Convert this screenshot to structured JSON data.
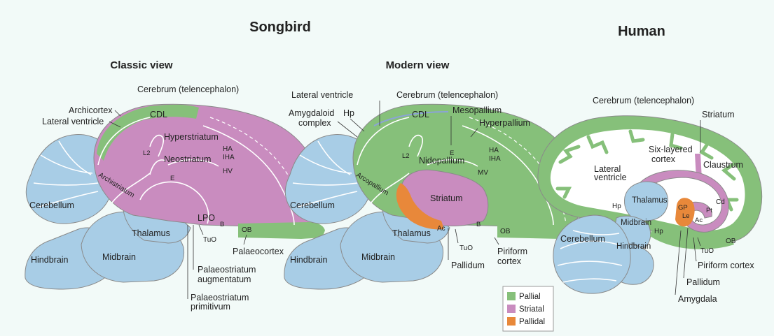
{
  "titles": {
    "songbird": "Songbird",
    "human": "Human",
    "classic_view": "Classic view",
    "modern_view": "Modern view"
  },
  "colors": {
    "background": "#f2faf8",
    "pallial": "#86c07a",
    "striatal": "#c98cbf",
    "pallidal": "#e8883a",
    "other": "#a8cde6"
  },
  "legend": [
    {
      "label": "Pallial"
    },
    {
      "label": "Striatal"
    },
    {
      "label": "Pallidal"
    }
  ],
  "classic": {
    "cerebrum": "Cerebrum (telencephalon)",
    "archicortex": "Archicortex",
    "lateral_ventricle": "Lateral ventricle",
    "cdl": "CDL",
    "hyperstriatum": "Hyperstriatum",
    "l2": "L2",
    "neostriatum": "Neostriatum",
    "ha": "HA",
    "iha": "IHA",
    "hv": "HV",
    "e": "E",
    "archistriatum": "Archistriatum",
    "cerebellum": "Cerebellum",
    "lpo": "LPO",
    "thalamus": "Thalamus",
    "b": "B",
    "ob": "OB",
    "tuo": "TuO",
    "palaeocortex": "Palaeocortex",
    "hindbrain": "Hindbrain",
    "midbrain": "Midbrain",
    "palaeostriatum_aug_1": "Palaeostriatum",
    "palaeostriatum_aug_2": "augmentatum",
    "palaeostriatum_prim_1": "Palaeostriatum",
    "palaeostriatum_prim_2": "primitivum"
  },
  "modern": {
    "lateral_ventricle": "Lateral ventricle",
    "cerebrum": "Cerebrum (telencephalon)",
    "amygdaloid_1": "Amygdaloid",
    "amygdaloid_2": "complex",
    "hp": "Hp",
    "cdl": "CDL",
    "mesopallium": "Mesopallium",
    "hyperpallium": "Hyperpallium",
    "l2": "L2",
    "nidopallium": "Nidopallium",
    "ha": "HA",
    "iha": "IHA",
    "mv": "MV",
    "e": "E",
    "arcopallium": "Arcopallium",
    "cerebellum": "Cerebellum",
    "striatum": "Striatum",
    "thalamus": "Thalamus",
    "ac": "Ac",
    "b": "B",
    "ob": "OB",
    "tuo": "TuO",
    "hindbrain": "Hindbrain",
    "midbrain": "Midbrain",
    "pallidum": "Pallidum",
    "piriform_1": "Piriform",
    "piriform_2": "cortex"
  },
  "human": {
    "cerebrum": "Cerebrum (telencephalon)",
    "striatum": "Striatum",
    "six_layered_1": "Six-layered",
    "six_layered_2": "cortex",
    "claustrum": "Claustrum",
    "lateral_1": "Lateral",
    "lateral_2": "ventricle",
    "cd": "Cd",
    "thalamus": "Thalamus",
    "hp": "Hp",
    "gp": "GP",
    "le": "Le",
    "pt": "Pt",
    "ac": "Ac",
    "midbrain": "Midbrain",
    "hp2": "Hp",
    "cerebellum": "Cerebellum",
    "hindbrain": "Hindbrain",
    "ob": "OB",
    "tuo": "TuO",
    "piriform": "Piriform cortex",
    "pallidum": "Pallidum",
    "amygdala": "Amygdala"
  }
}
